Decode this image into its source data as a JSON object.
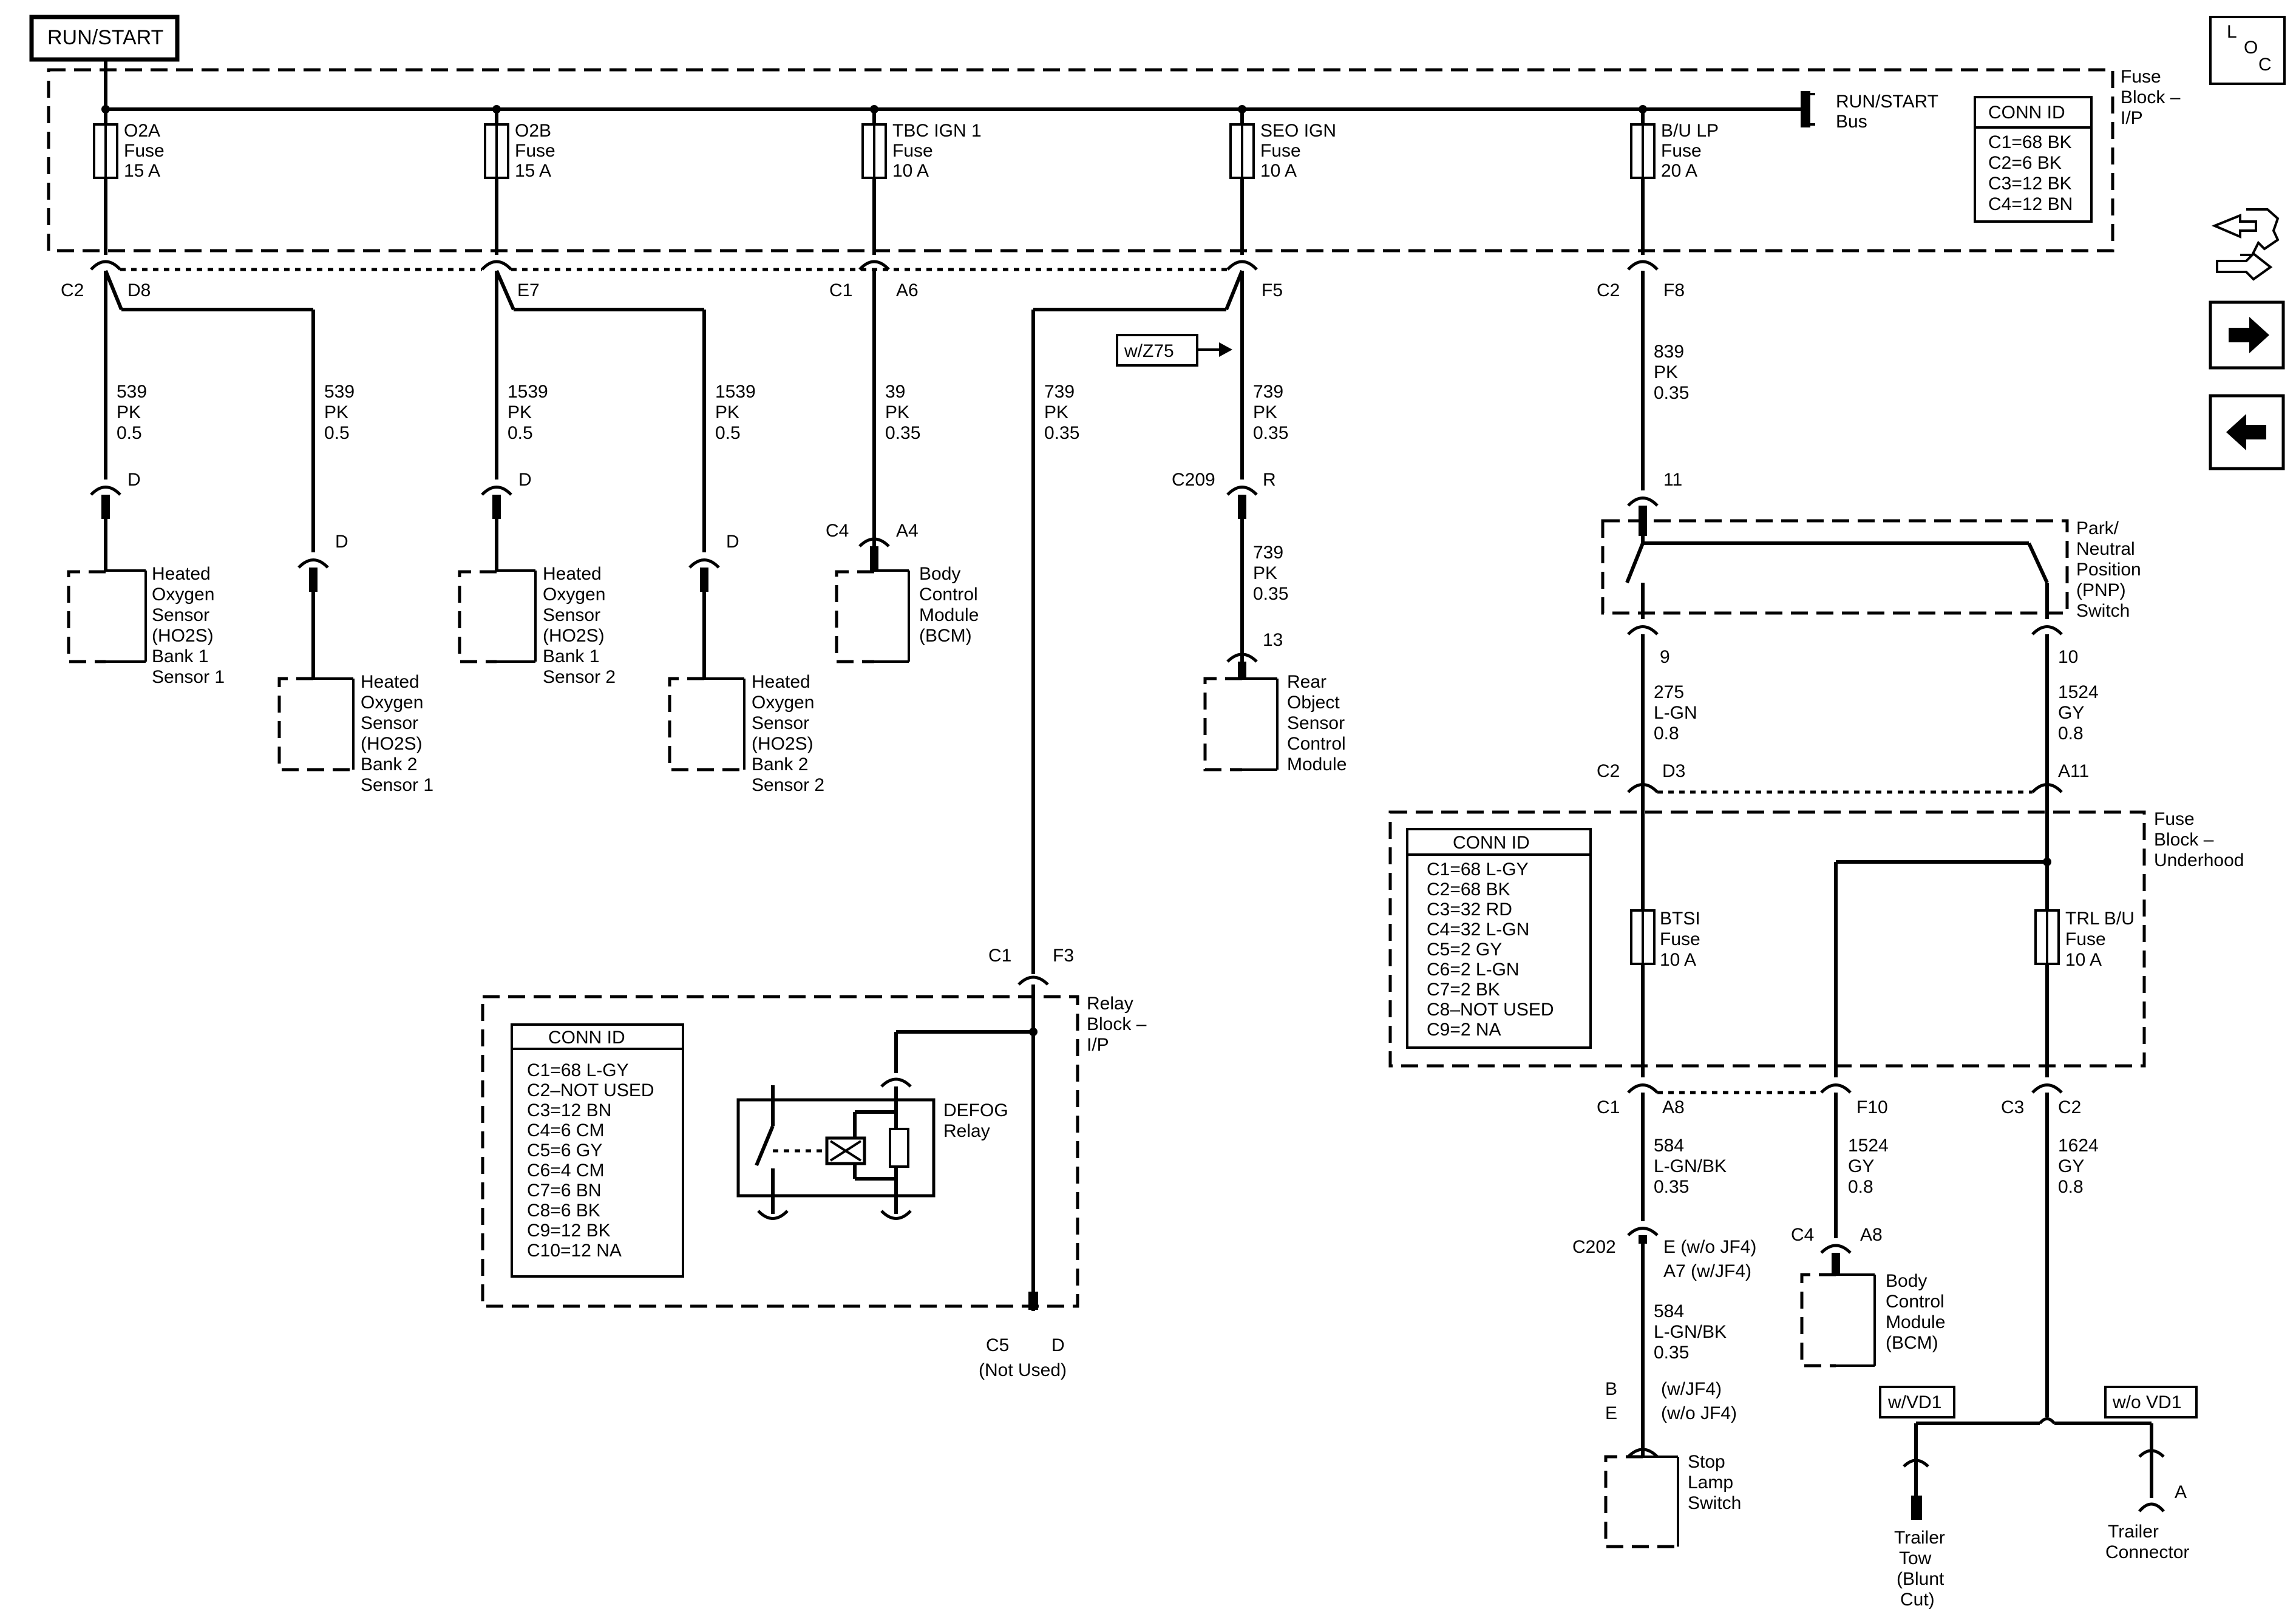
{
  "header": {
    "run_start": "RUN/START",
    "loc": [
      "L",
      "O",
      "C"
    ]
  },
  "fuse_block_ip": {
    "title": [
      "Fuse",
      "Block –",
      "I/P"
    ],
    "bus_label": [
      "RUN/START",
      "Bus"
    ],
    "conn_id": {
      "title": "CONN ID",
      "items": [
        "C1=68 BK",
        "C2=6 BK",
        "C3=12 BK",
        "C4=12 BN"
      ]
    },
    "fuses": [
      {
        "name": [
          "O2A",
          "Fuse",
          "15 A"
        ]
      },
      {
        "name": [
          "O2B",
          "Fuse",
          "15 A"
        ]
      },
      {
        "name": [
          "TBC IGN 1",
          "Fuse",
          "10 A"
        ]
      },
      {
        "name": [
          "SEO IGN",
          "Fuse",
          "10 A"
        ]
      },
      {
        "name": [
          "B/U LP",
          "Fuse",
          "20 A"
        ]
      }
    ]
  },
  "pins": {
    "c2_d8": [
      "C2",
      "D8"
    ],
    "e7": "E7",
    "c1_a6": [
      "C1",
      "A6"
    ],
    "f5": "F5",
    "c2_f8": [
      "C2",
      "F8"
    ],
    "d1": "D",
    "d2": "D",
    "d3": "D",
    "d4": "D",
    "c4_a4": [
      "C4",
      "A4"
    ],
    "c209_r": [
      "C209",
      "R"
    ],
    "pin13": "13",
    "pin11": "11",
    "pin9": "9",
    "pin10": "10",
    "c2_d3": [
      "C2",
      "D3"
    ],
    "a11": "A11",
    "c1_f3": [
      "C1",
      "F3"
    ],
    "c5_d": [
      "C5",
      "D"
    ],
    "not_used": "(Not Used)",
    "c1_a8": [
      "C1",
      "A8"
    ],
    "f10": "F10",
    "c3_c2": [
      "C3",
      "C2"
    ],
    "c202": "C202",
    "c202_e": "E (w/o JF4)",
    "c202_a7": "A7 (w/JF4)",
    "c4_a8": [
      "C4",
      "A8"
    ],
    "b_e": [
      "B",
      "E"
    ],
    "b_e_opt": [
      "(w/JF4)",
      "(w/o JF4)"
    ],
    "a": "A"
  },
  "wires": [
    [
      "539",
      "PK",
      "0.5"
    ],
    [
      "539",
      "PK",
      "0.5"
    ],
    [
      "1539",
      "PK",
      "0.5"
    ],
    [
      "1539",
      "PK",
      "0.5"
    ],
    [
      "39",
      "PK",
      "0.35"
    ],
    [
      "739",
      "PK",
      "0.35"
    ],
    [
      "739",
      "PK",
      "0.35"
    ],
    [
      "739",
      "PK",
      "0.35"
    ],
    [
      "839",
      "PK",
      "0.35"
    ],
    [
      "275",
      "L-GN",
      "0.8"
    ],
    [
      "1524",
      "GY",
      "0.8"
    ],
    [
      "584",
      "L-GN/BK",
      "0.35"
    ],
    [
      "1524",
      "GY",
      "0.8"
    ],
    [
      "1624",
      "GY",
      "0.8"
    ],
    [
      "584",
      "L-GN/BK",
      "0.35"
    ]
  ],
  "options": {
    "z75": "w/Z75",
    "vd1": "w/VD1",
    "no_vd1": "w/o VD1"
  },
  "components": {
    "ho2s_b1s1": [
      "Heated",
      "Oxygen",
      "Sensor",
      "(HO2S)",
      "Bank 1",
      "Sensor 1"
    ],
    "ho2s_b2s1": [
      "Heated",
      "Oxygen",
      "Sensor",
      "(HO2S)",
      "Bank 2",
      "Sensor 1"
    ],
    "ho2s_b1s2": [
      "Heated",
      "Oxygen",
      "Sensor",
      "(HO2S)",
      "Bank 1",
      "Sensor 2"
    ],
    "ho2s_b2s2": [
      "Heated",
      "Oxygen",
      "Sensor",
      "(HO2S)",
      "Bank 2",
      "Sensor 2"
    ],
    "bcm_top": [
      "Body",
      "Control",
      "Module",
      "(BCM)"
    ],
    "rear_object": [
      "Rear",
      "Object",
      "Sensor",
      "Control",
      "Module"
    ],
    "pnp": [
      "Park/",
      "Neutral",
      "Position",
      "(PNP)",
      "Switch"
    ],
    "bcm_bottom": [
      "Body",
      "Control",
      "Module",
      "(BCM)"
    ],
    "stop_lamp": [
      "Stop",
      "Lamp",
      "Switch"
    ],
    "trailer_tow": [
      "Trailer",
      "Tow",
      "(Blunt",
      "Cut)"
    ],
    "trailer_connector": [
      "Trailer",
      "Connector"
    ]
  },
  "relay_block": {
    "title": [
      "Relay",
      "Block –",
      "I/P"
    ],
    "conn_id": {
      "title": "CONN ID",
      "items": [
        "C1=68 L-GY",
        "C2–NOT USED",
        "C3=12 BN",
        "C4=6 CM",
        "C5=6 GY",
        "C6=4 CM",
        "C7=6 BN",
        "C8=6 BK",
        "C9=12 BK",
        "C10=12 NA"
      ]
    },
    "relay": [
      "DEFOG",
      "Relay"
    ]
  },
  "fuse_block_uh": {
    "title": [
      "Fuse",
      "Block –",
      "Underhood"
    ],
    "conn_id": {
      "title": "CONN ID",
      "items": [
        "C1=68 L-GY",
        "C2=68 BK",
        "C3=32 RD",
        "C4=32 L-GN",
        "C5=2 GY",
        "C6=2 L-GN",
        "C7=2 BK",
        "C8–NOT USED",
        "C9=2 NA"
      ]
    },
    "fuses": [
      {
        "name": [
          "BTSI",
          "Fuse",
          "10 A"
        ]
      },
      {
        "name": [
          "TRL B/U",
          "Fuse",
          "10 A"
        ]
      }
    ]
  }
}
